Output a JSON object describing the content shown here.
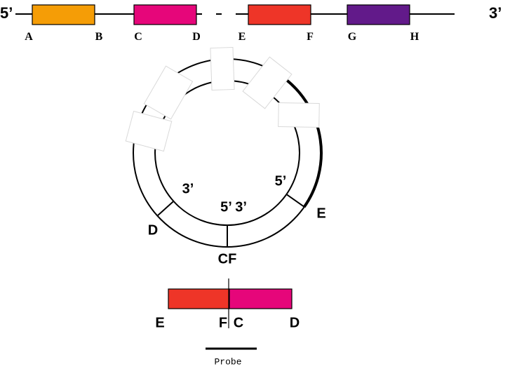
{
  "linear_map": {
    "end_left": "5’",
    "end_right": "3’",
    "gap_mark": "–",
    "segments": [
      {
        "color": "#f59d06",
        "start_label": "A",
        "end_label": "B"
      },
      {
        "color": "#e6067a",
        "start_label": "C",
        "end_label": "D"
      },
      {
        "color": "#ee3528",
        "start_label": "E",
        "end_label": "F"
      },
      {
        "color": "#621a8a",
        "start_label": "G",
        "end_label": "H"
      }
    ]
  },
  "circle_map": {
    "labels": {
      "d": "D",
      "e": "E",
      "cf": "CF",
      "three_prime_left": "3’",
      "five_prime_right": "5’",
      "five_three_center": "5’ 3’"
    }
  },
  "product": {
    "left_color": "#ee3528",
    "right_color": "#e6067a",
    "label_e": "E",
    "label_f": "F",
    "label_c": "C",
    "label_d": "D"
  },
  "probe": {
    "label": "Probe"
  }
}
